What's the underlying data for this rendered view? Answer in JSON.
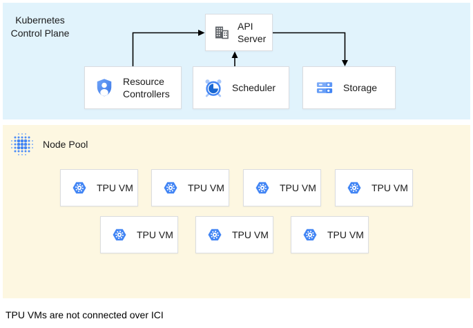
{
  "colors": {
    "control_plane_bg": "#E1F3FC",
    "node_pool_bg": "#FDF7E1",
    "box_border": "#DADCE0",
    "accent_blue": "#4285F4",
    "dark_blue": "#1967D2",
    "light_blue": "#A8C7FA",
    "icon_gray": "#5F6368",
    "arrow_color": "#000000",
    "text_color": "#202124"
  },
  "control_plane": {
    "label_line1": "Kubernetes",
    "label_line2": "Control Plane",
    "nodes": {
      "api_server": {
        "label": "API Server",
        "icon": "building-icon"
      },
      "resource_controllers": {
        "label": "Resource Controllers",
        "icon": "shield-user-icon"
      },
      "scheduler": {
        "label": "Scheduler",
        "icon": "clock-icon"
      },
      "storage": {
        "label": "Storage",
        "icon": "server-stack-icon"
      }
    },
    "arrows": [
      {
        "from": "resource_controllers",
        "to": "api_server"
      },
      {
        "from": "api_server",
        "to": "storage"
      },
      {
        "from": "scheduler",
        "to": "api_server"
      }
    ]
  },
  "node_pool": {
    "label": "Node Pool",
    "icon": "dot-cluster-icon",
    "tpu_vms": [
      {
        "label": "TPU VM"
      },
      {
        "label": "TPU VM"
      },
      {
        "label": "TPU VM"
      },
      {
        "label": "TPU VM"
      },
      {
        "label": "TPU VM"
      },
      {
        "label": "TPU VM"
      },
      {
        "label": "TPU VM"
      }
    ]
  },
  "footer": {
    "note": "TPU VMs are not connected over ICI"
  }
}
